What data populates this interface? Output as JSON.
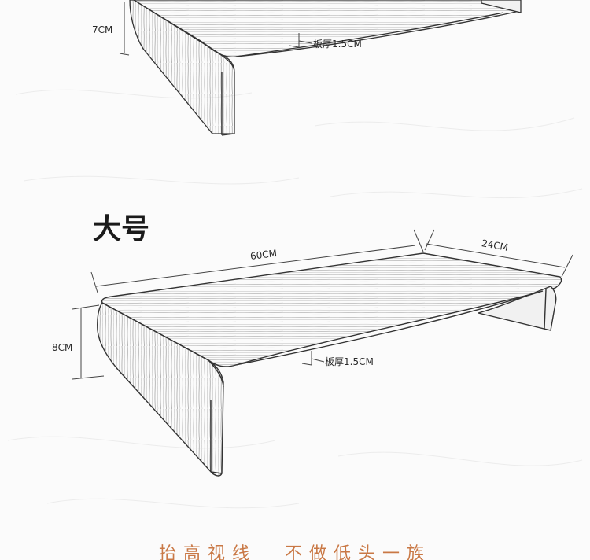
{
  "small_stand": {
    "height_label": "7CM",
    "thickness_label": "板厚1.5CM"
  },
  "large_stand": {
    "title": "大号",
    "length_label": "60CM",
    "depth_label": "24CM",
    "height_label": "8CM",
    "thickness_label": "板厚1.5CM"
  },
  "slogan": {
    "left": "抬高视线",
    "right": "不做低头一族"
  },
  "colors": {
    "slogan": "#c97845",
    "line": "#333333",
    "wood_grain": "#8a8a8a"
  }
}
